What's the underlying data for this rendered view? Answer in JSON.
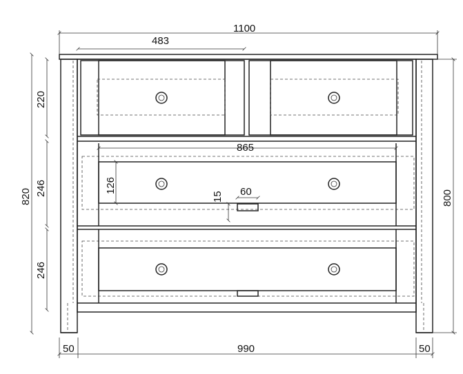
{
  "diagram": {
    "dimensions": {
      "overall_width": "1100",
      "top_drawer_width": "483",
      "inner_width": "865",
      "top_drawer_height": "220",
      "middle_drawer_height": "246",
      "bottom_drawer_height": "246",
      "total_height_left": "820",
      "body_height_right": "800",
      "front_panel_height": "126",
      "gap_15": "15",
      "handle_cutout_60": "60",
      "base_width": "990",
      "left_leg": "50",
      "right_leg": "50"
    }
  }
}
